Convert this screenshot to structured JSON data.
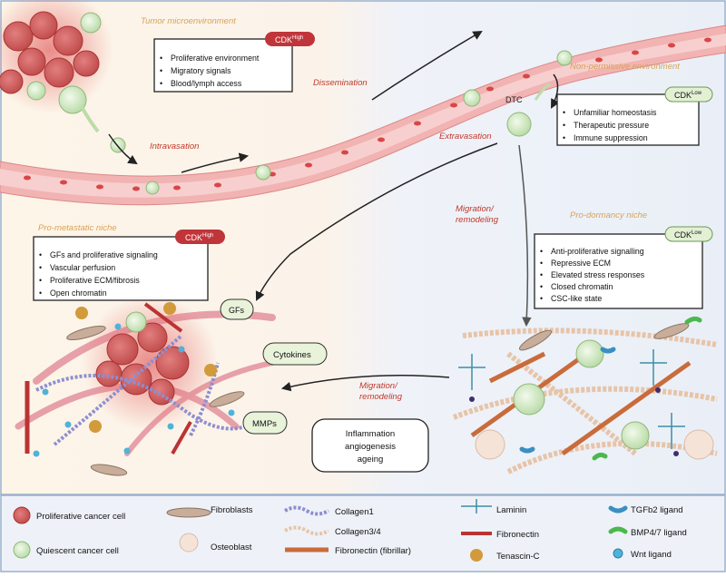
{
  "regions": {
    "tumor_microenvironment": "Tumor microenvironment",
    "non_permissive_environment": "Non-permissive environment",
    "pro_metastatic_niche": "Pro-metastatic niche",
    "pro_dormancy_niche": "Pro-dormancy niche"
  },
  "process_labels": {
    "intravasation": "Intravasation",
    "dissemination": "Dissemination",
    "extravasation": "Extravasation",
    "migration_remodeling_1": "Migration/",
    "migration_remodeling_1b": "remodeling",
    "migration_remodeling_2": "Migration/",
    "migration_remodeling_2b": "remodeling",
    "dtc": "DTC"
  },
  "boxes": {
    "tumor": {
      "badge_base": "CDK",
      "badge_sup": "High",
      "items": [
        "Proliferative environment",
        "Migratory signals",
        "Blood/lymph access"
      ]
    },
    "non_permissive": {
      "badge_base": "CDK",
      "badge_sup": "Low",
      "items": [
        "Unfamiliar homeostasis",
        "Therapeutic pressure",
        "Immune suppression"
      ]
    },
    "pro_metastatic": {
      "badge_base": "CDK",
      "badge_sup": "High",
      "items": [
        "GFs and proliferative signaling",
        "Vascular perfusion",
        "Proliferative ECM/fibrosis",
        "Open chromatin"
      ]
    },
    "pro_dormancy": {
      "badge_base": "CDK",
      "badge_sup": "Low",
      "items": [
        "Anti-proliferative signalling",
        "Repressive ECM",
        "Elevated stress responses",
        "Closed chromatin",
        "CSC-like state"
      ]
    }
  },
  "factors": {
    "gfs": "GFs",
    "cytokines": "Cytokines",
    "mmps": "MMPs",
    "inflammation_line1": "Inflammation",
    "inflammation_line2": "angiogenesis",
    "inflammation_line3": "ageing"
  },
  "legend": {
    "proliferative": "Proliferative cancer cell",
    "quiescent": "Quiescent cancer cell",
    "fibroblasts": "Fibroblasts",
    "osteoblast": "Osteoblast",
    "collagen1": "Collagen1",
    "collagen34": "Collagen3/4",
    "fibronectin_fibrillar": "Fibronectin (fibrillar)",
    "laminin": "Laminin",
    "fibronectin": "Fibronectin",
    "tenascin": "Tenascin-C",
    "tgfb2": "TGFb2 ligand",
    "bmp": "BMP4/7 ligand",
    "wnt": "Wnt ligand"
  },
  "colors": {
    "label_orange": "#d9a25a",
    "label_red": "#c0392b",
    "badge_red": "#c0353a",
    "badge_green": "#e3f0d4",
    "factor_green": "#e8f3da",
    "vessel": "#f2b8b8",
    "rbc": "#d94646",
    "left_bg": "#fcf5e9",
    "right_bg": "#eef2f8"
  }
}
